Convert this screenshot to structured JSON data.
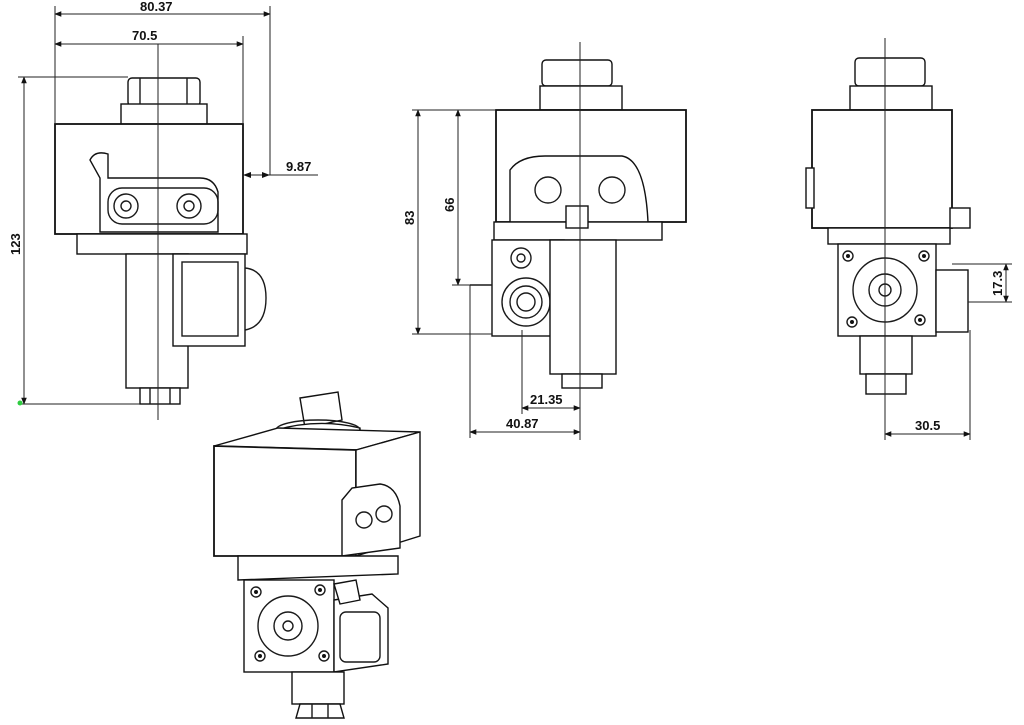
{
  "dimensions": {
    "front_overall_width": "80.37",
    "front_body_width": "70.5",
    "front_side_offset": "9.87",
    "front_height": "123",
    "side_height_outer": "83",
    "side_height_inner": "66",
    "side_offset_small": "21.35",
    "side_offset_large": "40.87",
    "right_port_height": "17.3",
    "right_port_offset": "30.5"
  },
  "colors": {
    "line": "#1a1a1a",
    "marker": "#2ecc40"
  }
}
